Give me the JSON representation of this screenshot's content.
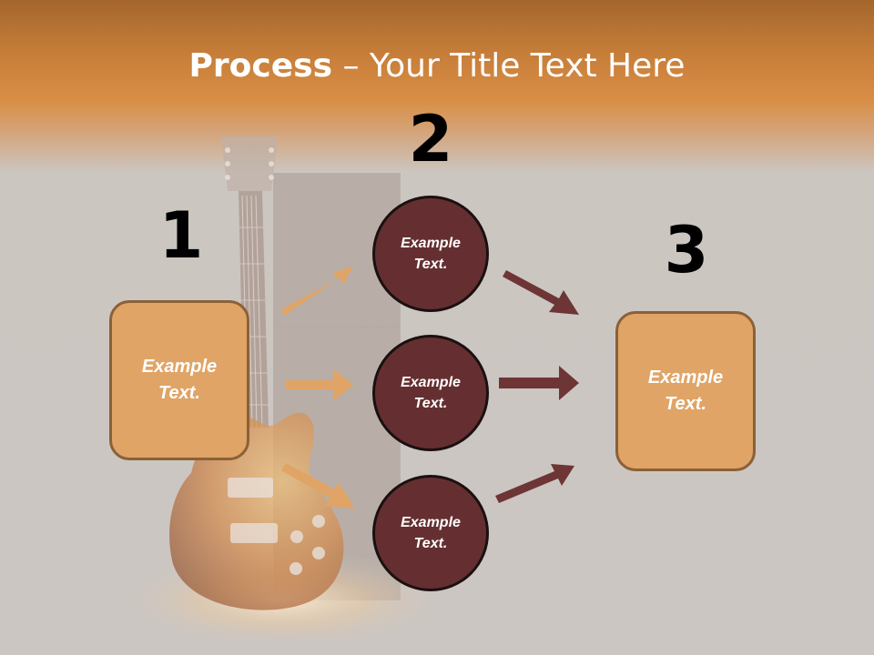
{
  "slide": {
    "title_bold": "Process",
    "title_rest": " – Your Title Text Here"
  },
  "steps": [
    {
      "number": "1",
      "text_line1": "Example",
      "text_line2": "Text."
    },
    {
      "number": "2",
      "text_line1": "Example",
      "text_line2": "Text."
    },
    {
      "number": "3",
      "text_line1": "Example",
      "text_line2": "Text."
    }
  ],
  "circles": [
    {
      "line1": "Example",
      "line2": "Text."
    },
    {
      "line1": "Example",
      "line2": "Text."
    },
    {
      "line1": "Example",
      "line2": "Text."
    }
  ],
  "colors": {
    "header_orange": "#d98e45",
    "box_fill": "#e0a466",
    "circle_fill": "#652f31",
    "arrow_orange": "#e0a466",
    "arrow_maroon": "#6e3536"
  }
}
